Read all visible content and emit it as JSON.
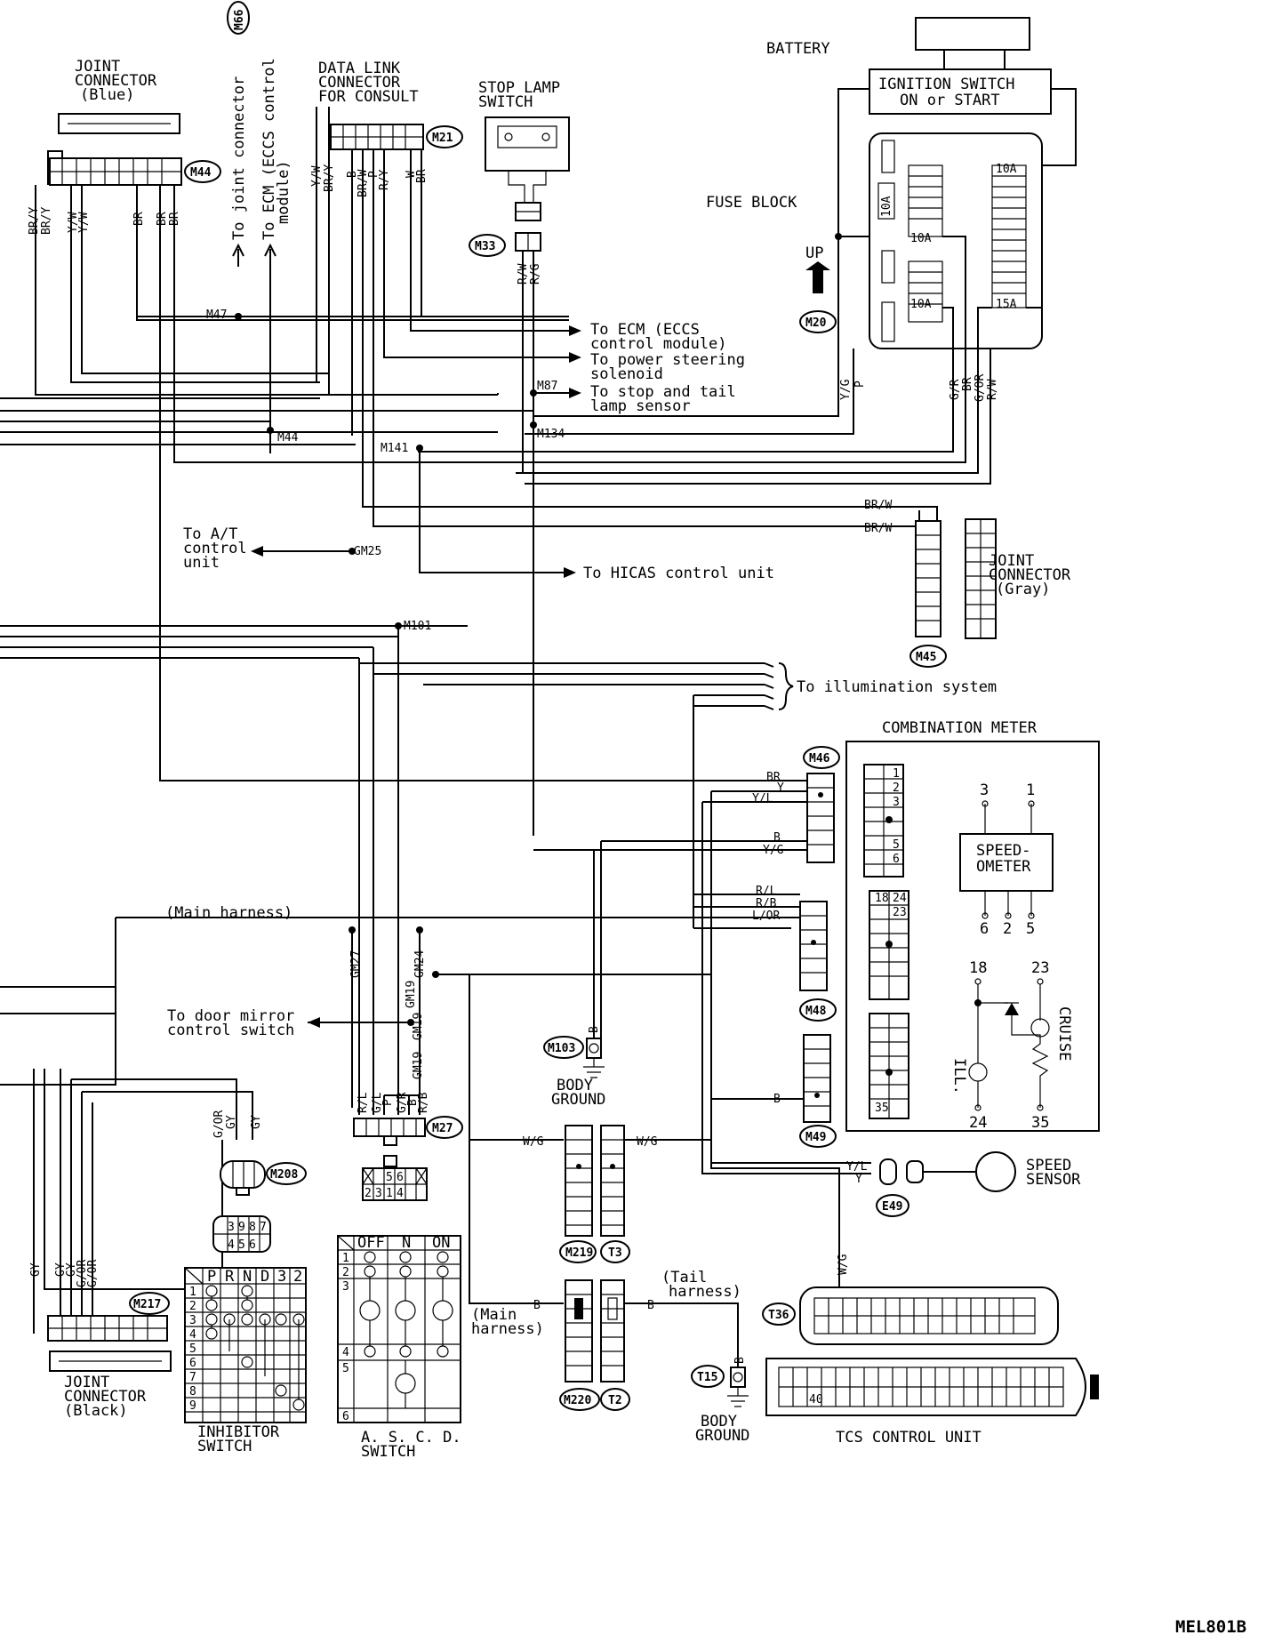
{
  "diagram_code": "MEL801B",
  "components": {
    "battery": "BATTERY",
    "ignition_switch": [
      "IGNITION SWITCH",
      "ON or START"
    ],
    "fuse_block": "FUSE BLOCK",
    "up": "UP",
    "fuse_10a_a": "10A",
    "fuse_10a_b": "10A",
    "fuse_10a_c": "10A",
    "fuse_10a_d": "10A",
    "fuse_15a": "15A",
    "joint_blue": [
      "JOINT",
      "CONNECTOR",
      "(Blue)"
    ],
    "data_link": [
      "DATA LINK",
      "CONNECTOR",
      "FOR CONSULT"
    ],
    "stop_lamp": [
      "STOP LAMP",
      "SWITCH"
    ],
    "joint_gray": [
      "JOINT",
      "CONNECTOR",
      "(Gray)"
    ],
    "combination_meter": "COMBINATION METER",
    "speedometer": [
      "SPEED-",
      "OMETER"
    ],
    "cruise": "CRUISE",
    "ill": "ILL.",
    "speed_sensor": [
      "SPEED",
      "SENSOR"
    ],
    "body_ground_1": [
      "BODY",
      "GROUND"
    ],
    "body_ground_2": [
      "BODY",
      "GROUND"
    ],
    "joint_black": [
      "JOINT",
      "CONNECTOR",
      "(Black)"
    ],
    "inhibitor_switch": [
      "INHIBITOR",
      "SWITCH"
    ],
    "ascd_switch": [
      "A. S. C. D.",
      "SWITCH"
    ],
    "tcs_control_unit": "TCS CONTROL UNIT"
  },
  "destinations": {
    "joint_connector": "To joint connector",
    "ecm_vertical": [
      "To ECM (ECCS control",
      "module)"
    ],
    "ecm": [
      "To ECM (ECCS",
      "control module)"
    ],
    "power_steering": [
      "To power steering",
      "solenoid"
    ],
    "stop_tail": [
      "To stop and tail",
      "lamp sensor"
    ],
    "at_control": [
      "To A/T",
      "control",
      "unit"
    ],
    "hicas": "To HICAS control unit",
    "illumination": "To illumination system",
    "door_mirror": [
      "To door mirror",
      "control switch"
    ]
  },
  "harness_labels": {
    "main_1": "(Main harness)",
    "main_2": [
      "(Main",
      "harness)"
    ],
    "tail": [
      "(Tail",
      "harness)"
    ]
  },
  "connectors": {
    "m66": "M66",
    "m21": "M21",
    "m44": "M44",
    "m33": "M33",
    "m20": "M20",
    "m45": "M45",
    "m46": "M46",
    "m48": "M48",
    "m49": "M49",
    "m103": "M103",
    "m27": "M27",
    "m208": "M208",
    "m217": "M217",
    "m219": "M219",
    "t3": "T3",
    "m220": "M220",
    "t2": "T2",
    "t15": "T15",
    "t36": "T36",
    "e49": "E49"
  },
  "junctions": {
    "m47": "M47",
    "m44": "M44",
    "m87": "M87",
    "m134": "M134",
    "m141": "M141",
    "gm25": "GM25",
    "m101": "M101",
    "gm27": "GM27",
    "gm24": "GM24",
    "gm19a": "GM19",
    "gm19b": "GM19",
    "gm19c": "GM19"
  },
  "wire_colors": {
    "blue_1": "BR/Y",
    "blue_2": "BR/Y",
    "blue_3": "Y/W",
    "blue_4": "Y/W",
    "blue_5": "BR",
    "blue_6": "BR",
    "blue_7": "BR",
    "dl_1": "Y/W",
    "dl_2": "BR/Y",
    "dl_3": "B",
    "dl_4": "BR/W",
    "dl_5": "P",
    "dl_6": "R/Y",
    "dl_7": "W",
    "dl_8": "BR",
    "sl_1": "R/W",
    "sl_2": "R/G",
    "fb_1": "Y/G",
    "fb_2": "P",
    "fb_3": "G/R",
    "fb_4": "BR",
    "fb_5": "G/OR",
    "fb_6": "R/W",
    "gray_1": "BR/W",
    "gray_2": "BR/W",
    "m46_1": "BR",
    "m46_2": "Y",
    "m46_3": "Y/L",
    "m46_4": "B",
    "m46_5": "Y/G",
    "m48_1": "R/L",
    "m48_2": "R/B",
    "m48_3": "L/OR",
    "m49_1": "B",
    "gnd_1": "B",
    "m27_1": "R/L",
    "m27_2": "G/L",
    "m27_3": "P",
    "m27_4": "G/R",
    "m27_5": "B",
    "m27_6": "R/B",
    "m208_1": "G/OR",
    "m208_2": "GY",
    "m208_3": "GY",
    "m217_1": "GY",
    "m217_2": "GY",
    "m217_3": "GY",
    "m217_4": "G/OR",
    "m217_5": "G/OR",
    "wg_1": "W/G",
    "wg_2": "W/G",
    "wg_3": "W/G",
    "b_1": "B",
    "b_2": "B",
    "gnd_2": "B",
    "ss_1": "Y/L",
    "ss_2": "Y"
  },
  "meter_pins": {
    "p3": "3",
    "p1": "1",
    "p6": "6",
    "p2": "2",
    "p5": "5",
    "p18": "18",
    "p23": "23",
    "p24": "24",
    "p35": "35"
  },
  "inhibitor": {
    "headers": [
      "P",
      "R",
      "N",
      "D",
      "3",
      "2"
    ],
    "rows": [
      "1",
      "2",
      "3",
      "4",
      "5",
      "6",
      "7",
      "8",
      "9"
    ]
  },
  "ascd": {
    "headers": [
      "OFF",
      "N",
      "ON"
    ],
    "rows": [
      "1",
      "2",
      "3",
      "4",
      "5",
      "6"
    ]
  },
  "m27_pins": [
    "5",
    "6",
    "2",
    "3",
    "1",
    "4"
  ],
  "m208_pins": [
    "3",
    "9",
    "8",
    "7",
    "4",
    "5",
    "6"
  ],
  "tcs_pin": "40"
}
